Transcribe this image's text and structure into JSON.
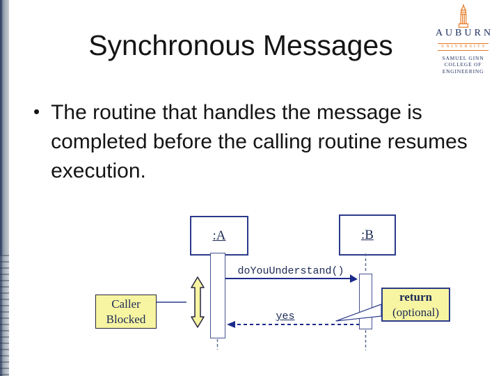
{
  "slide": {
    "title": "Synchronous Messages",
    "bullet_glyph": "•",
    "bullet_text": "The routine that handles the message is completed before the calling routine resumes execution."
  },
  "logo": {
    "institution": "AUBURN",
    "sub": "UNIVERSITY",
    "dept_line1": "Samuel Ginn",
    "dept_line2": "College of Engineering",
    "navy": "#1c2d5e",
    "orange": "#e87722"
  },
  "diagram": {
    "object_a_label": ":A",
    "object_b_label": ":B",
    "call_message": "doYouUnderstand()",
    "return_message": "yes",
    "caller_note_line1": "Caller",
    "caller_note_line2": "Blocked",
    "return_note_line1": "return",
    "return_note_line2": "(optional)",
    "line_color": "#2b3a8c",
    "note_fill": "#f8f5a2"
  }
}
